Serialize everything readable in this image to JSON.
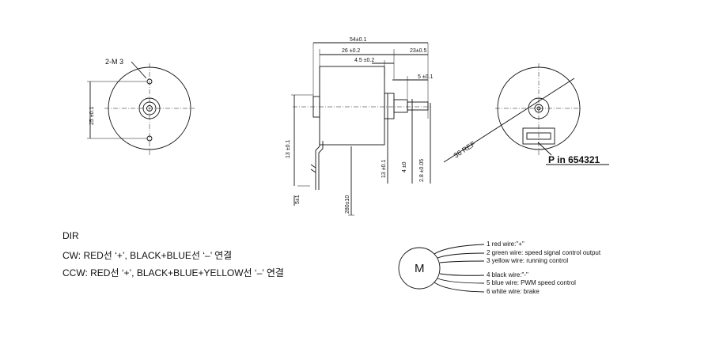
{
  "front_view": {
    "holes_label": "2-M 3",
    "pitch_dim": "25 ±0.1"
  },
  "side_view": {
    "overall_length": "54±0.1",
    "body_length": "26 ±0.2",
    "shaft_total": "23±0.5",
    "boss_length": "4.5 ±0.2",
    "shaft_step": "5 ±0.1",
    "height_13": "13 ±0.1",
    "boss_dia": "13 ±0.1",
    "shaft_dia": "4 ±0",
    "shaft_tip_dia": "2.8 ±0.05",
    "wire_offset": "5±1",
    "lead_length": "280±10"
  },
  "rear_view": {
    "diameter_ref": "36 REF",
    "connector_label": "P in  654321"
  },
  "notes": {
    "title": "DIR",
    "cw": "CW: RED선 ‘+’, BLACK+BLUE선 ‘–’ 연결",
    "ccw": "CCW: RED선 ‘+’, BLACK+BLUE+YELLOW선 ‘–’ 연결"
  },
  "motor_symbol": "M",
  "wires": [
    "1 red wire:\"+\"",
    "2 green wire: speed signal control output",
    "3 yellow wire: running control",
    "4 black wire:\"-\"",
    "5 blue wire: PWM speed control",
    "6 white wire: brake"
  ]
}
